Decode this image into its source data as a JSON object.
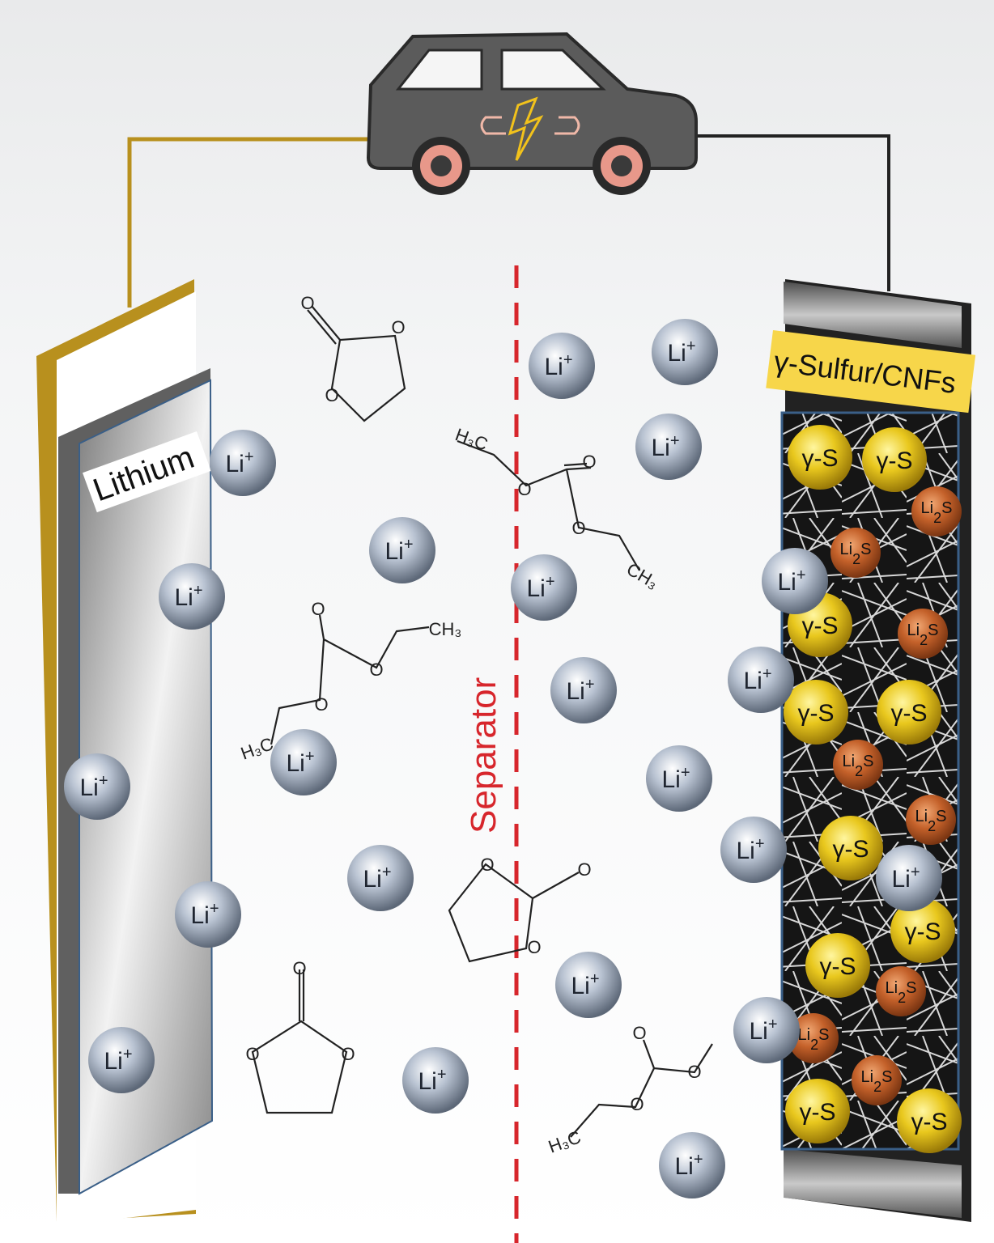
{
  "anode": {
    "label": "Lithium"
  },
  "separator": {
    "label": "Separator",
    "color": "#d7262c"
  },
  "cathode": {
    "label": "γ-Sulfur/CNFs",
    "label_bg": "#f7d64a"
  },
  "ion": {
    "label": "Li",
    "charge": "+"
  },
  "sulfur_particle": {
    "label": "γ-S",
    "color": "#e0c01c"
  },
  "li2s_particle": {
    "label_main": "Li",
    "label_sub": "2",
    "label_end": "S",
    "color": "#c2622a"
  },
  "molecules": {
    "oxygen": "O",
    "methyl_left": "H₃C",
    "methyl_right": "CH₃"
  },
  "car": {
    "body_color": "#5b5b5b",
    "bolt_color": "#f2c21b",
    "icon": "electric-car-icon"
  },
  "wires": {
    "anode_color": "#b8901e",
    "cathode_color": "#222222"
  }
}
